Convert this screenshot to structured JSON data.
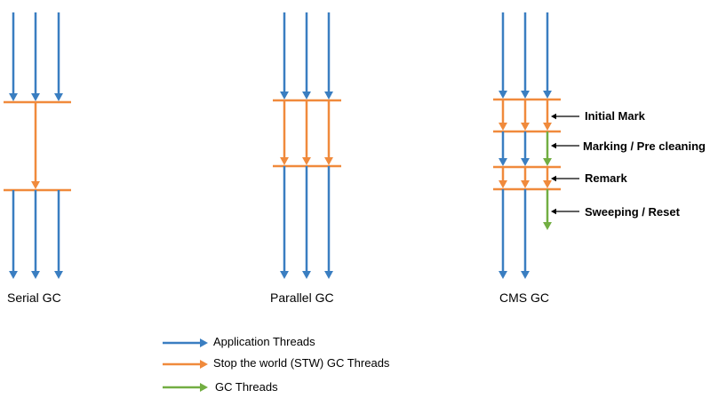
{
  "colors": {
    "application": "#3A7EC1",
    "stw": "#F08A3C",
    "gc": "#72AE42",
    "annotation": "#000000"
  },
  "panels": {
    "serial": {
      "label": "Serial GC"
    },
    "parallel": {
      "label": "Parallel GC"
    },
    "cms": {
      "label": "CMS GC",
      "phases": [
        {
          "label": "Initial Mark"
        },
        {
          "label": "Marking / Pre cleaning"
        },
        {
          "label": "Remark"
        },
        {
          "label": "Sweeping / Reset"
        }
      ]
    }
  },
  "legend": [
    {
      "label": "Application Threads",
      "color": "#3A7EC1"
    },
    {
      "label": "Stop the world (STW) GC Threads",
      "color": "#F08A3C"
    },
    {
      "label": "GC Threads",
      "color": "#72AE42"
    }
  ]
}
